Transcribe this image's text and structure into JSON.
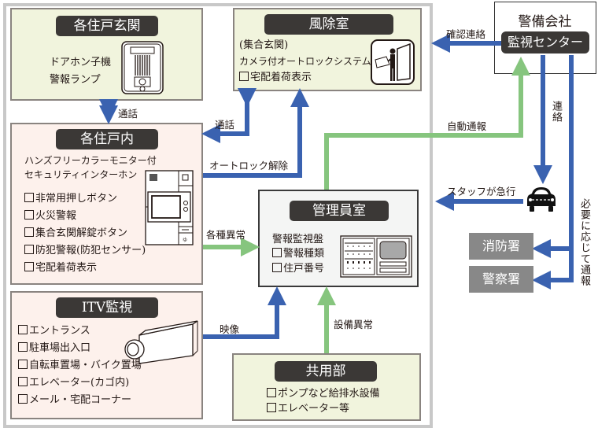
{
  "colors": {
    "blue_arrow": "#3a62b0",
    "green_arrow": "#86c57e",
    "pill_bg": "#3b3836",
    "box_green_fill": "#f1f4dd",
    "box_pink_fill": "#fdf1ec",
    "agency_fill": "#888888",
    "frame": "#c8c8c8"
  },
  "entrance": {
    "title": "各住戸玄関",
    "lines": [
      "ドアホン子機",
      "警報ランプ"
    ],
    "icon": "doorphone-icon"
  },
  "vestibule": {
    "title": "風除室",
    "lines": [
      "(集合玄関)",
      "カメラ付オートロックシステム"
    ],
    "checks": [
      "宅配着荷表示"
    ],
    "icon": "autolock-person-icon"
  },
  "unit": {
    "title": "各住戸内",
    "lines": [
      "ハンズフリーカラーモニター付",
      "セキュリティインターホン"
    ],
    "checks": [
      "非常用押しボタン",
      "火災警報",
      "集合玄関解錠ボタン",
      "防犯警報(防犯センサー)",
      "宅配着荷表示"
    ],
    "icon": "intercom-monitor-icon"
  },
  "itv": {
    "title": "ITV監視",
    "checks": [
      "エントランス",
      "駐車場出入口",
      "自転車置場・バイク置場",
      "エレベーター(カゴ内)",
      "メール・宅配コーナー"
    ],
    "icon": "security-camera-icon"
  },
  "manager": {
    "title": "管理員室",
    "lines": [
      "警報監視盤"
    ],
    "checks": [
      "警報種類",
      "住戸番号"
    ],
    "icon": "alarm-panel-icon"
  },
  "common": {
    "title": "共用部",
    "checks": [
      "ポンプなど給排水設備",
      "エレベーター等"
    ]
  },
  "company": {
    "title": "警備会社",
    "center": "監視センター"
  },
  "agencies": [
    "消防署",
    "警察署"
  ],
  "labels": {
    "call_1": "通話",
    "call_2": "通話",
    "autolock_release": "オートロック解除",
    "various_anomalies": "各種異常",
    "video": "映像",
    "equipment_anomaly": "設備異常",
    "auto_report": "自動通報",
    "confirm_contact": "確認連絡",
    "contact": "連絡",
    "staff_rush": "スタッフが急行",
    "report_if_needed": "必要に応じて通報"
  }
}
